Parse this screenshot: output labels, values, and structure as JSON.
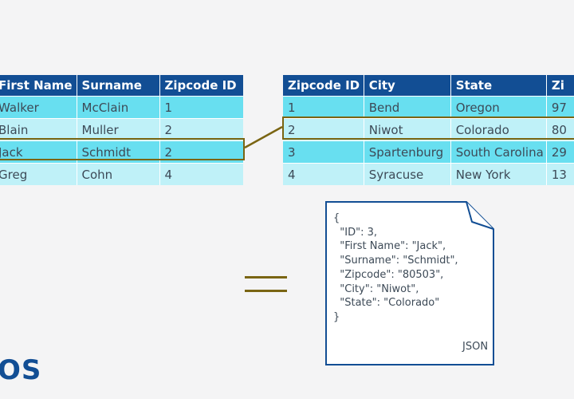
{
  "people_table": {
    "headers": [
      "First Name",
      "Surname",
      "Zipcode ID"
    ],
    "rows": [
      [
        "Walker",
        "McClain",
        "1"
      ],
      [
        "Blain",
        "Muller",
        "2"
      ],
      [
        "Jack",
        "Schmidt",
        "2"
      ],
      [
        "Greg",
        "Cohn",
        "4"
      ]
    ],
    "highlighted_row": 2
  },
  "zipcode_table": {
    "headers": [
      "Zipcode ID",
      "City",
      "State",
      "Zi"
    ],
    "rows": [
      [
        "1",
        "Bend",
        "Oregon",
        "97"
      ],
      [
        "2",
        "Niwot",
        "Colorado",
        "80"
      ],
      [
        "3",
        "Spartenburg",
        "South Carolina",
        "29"
      ],
      [
        "4",
        "Syracuse",
        "New York",
        "13"
      ]
    ],
    "highlighted_row": 1
  },
  "json_document": {
    "lines": [
      "{",
      "  \"ID\": 3,",
      "  \"First Name\": \"Jack\",",
      "  \"Surname\": \"Schmidt\",",
      "  \"Zipcode\": \"80503\",",
      "  \"City\": \"Niwot\",",
      "  \"State\": \"Colorado\"",
      "}"
    ],
    "label": "JSON"
  },
  "brand_logo_text": "OS",
  "colors": {
    "header_bg": "#124e94",
    "row_dark": "#68dff0",
    "row_light": "#bff1f8",
    "highlight": "#7a6513",
    "doc_border": "#124e94"
  }
}
